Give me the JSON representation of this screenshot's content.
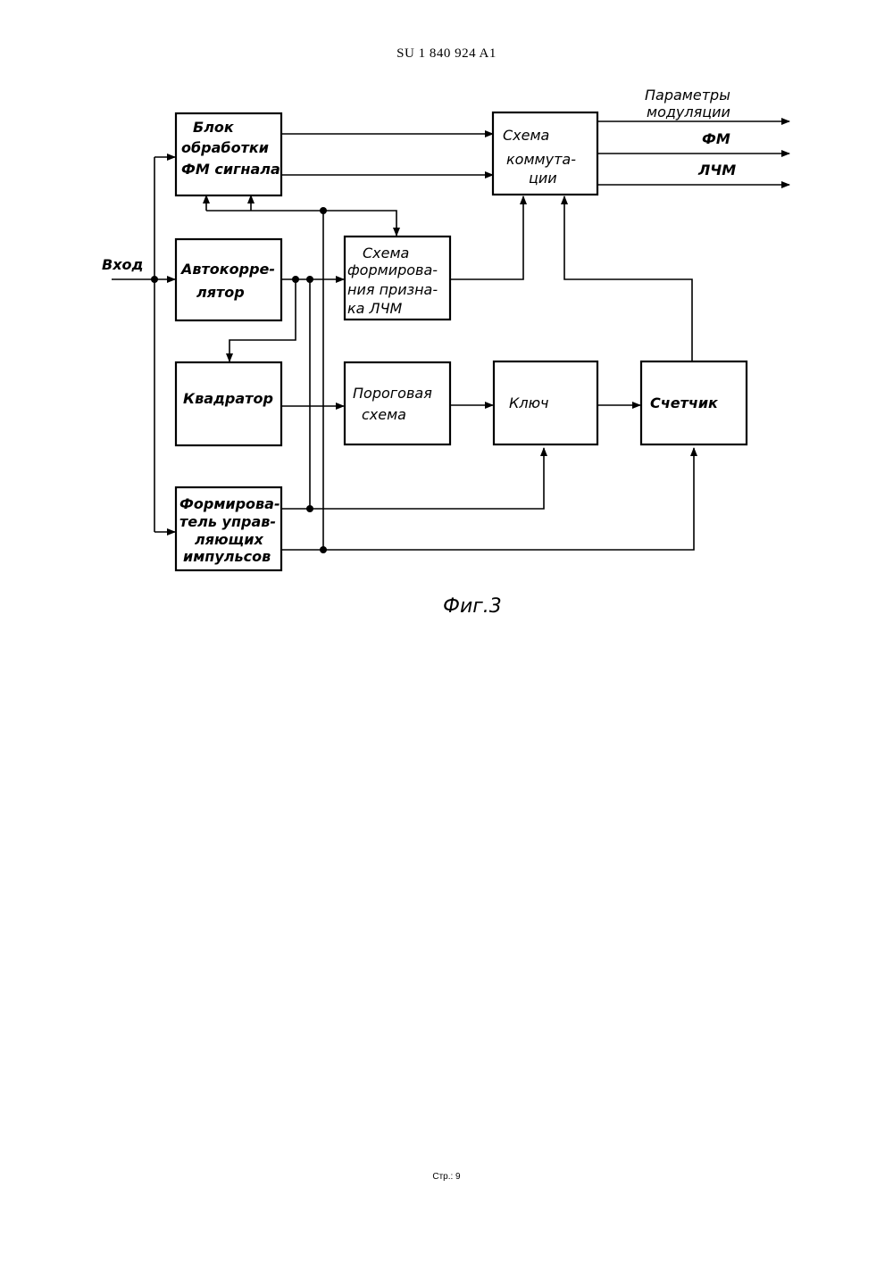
{
  "header": {
    "doc_number": "SU    1 840 924  A1"
  },
  "blocks": {
    "fm_processing": [
      "Блок",
      "обработки",
      "ФМ сигнала"
    ],
    "autocorrelator": [
      "Автокорре-",
      "лятор"
    ],
    "squarer": [
      "Квадратор"
    ],
    "pulse_former": [
      "Формирова-",
      "тель управ-",
      "ляющих",
      "импульсов"
    ],
    "lfm_feature": [
      "Схема",
      "формирова-",
      "ния призна-",
      "ка ЛЧМ"
    ],
    "threshold": [
      "Пороговая",
      "схема"
    ],
    "switch": [
      "Схема",
      "коммута-",
      "ции"
    ],
    "key": [
      "Ключ"
    ],
    "counter": [
      "Счетчик"
    ]
  },
  "signals": {
    "input": "Вход",
    "out_params": [
      "Параметры",
      "модуляции"
    ],
    "out_fm": "ФМ",
    "out_lfm": "ЛЧМ"
  },
  "caption": "Фиг.3",
  "footer": {
    "page": "Стр.: 9"
  }
}
